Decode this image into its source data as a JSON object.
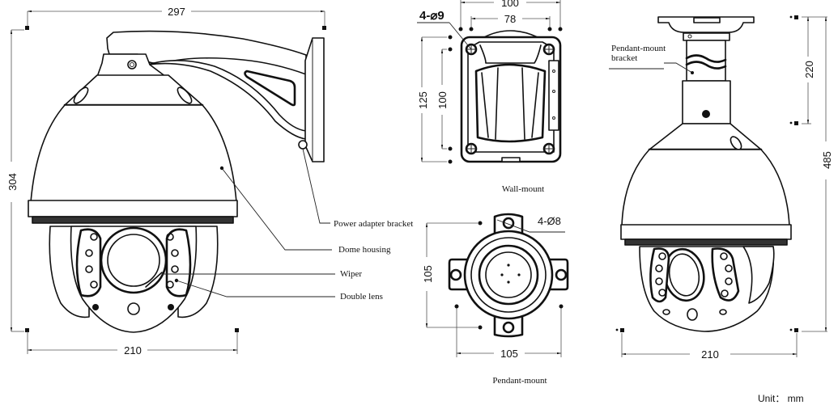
{
  "title": "PTZ dome camera dimension drawing",
  "views": {
    "wall_mount_side": {
      "dimensions": {
        "bracket_width": "297",
        "height": "304",
        "dome_width": "210"
      },
      "callouts": {
        "power_adapter_bracket": "Power adapter bracket",
        "dome_housing": "Dome housing",
        "wiper": "Wiper",
        "double_lens": "Double lens"
      }
    },
    "wall_mount_plate": {
      "caption": "Wall-mount",
      "dimensions": {
        "outer_width": "100",
        "hole_spacing_width": "78",
        "outer_height": "125",
        "hole_spacing_height": "100",
        "holes": "4-⌀9"
      }
    },
    "pendant_mount_plate": {
      "caption": "Pendant-mount",
      "dimensions": {
        "height": "105",
        "width": "105",
        "holes": "4-Ø8"
      }
    },
    "pendant_mount_side": {
      "callouts": {
        "pendant_bracket_line1": "Pendant-mount",
        "pendant_bracket_line2": "bracket"
      },
      "dimensions": {
        "bracket_height": "220",
        "total_height": "485",
        "dome_width": "210"
      }
    }
  },
  "unit_label": "Unit： mm"
}
